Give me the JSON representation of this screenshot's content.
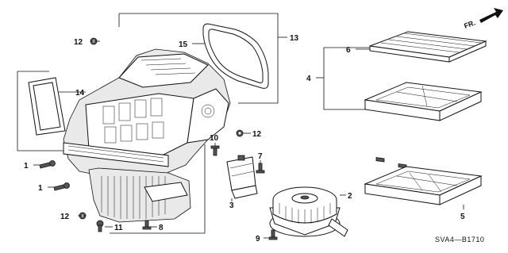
{
  "diagram": {
    "direction_label": "FR.",
    "diagram_code": "SVA4—B1710",
    "callouts": {
      "c1a": "1",
      "c1b": "1",
      "c2": "2",
      "c3": "3",
      "c4": "4",
      "c5": "5",
      "c6": "6",
      "c7": "7",
      "c8": "8",
      "c9": "9",
      "c10": "10",
      "c11": "11",
      "c12a": "12",
      "c12b": "12",
      "c12c": "12",
      "c13": "13",
      "c14": "14",
      "c15": "15"
    }
  }
}
